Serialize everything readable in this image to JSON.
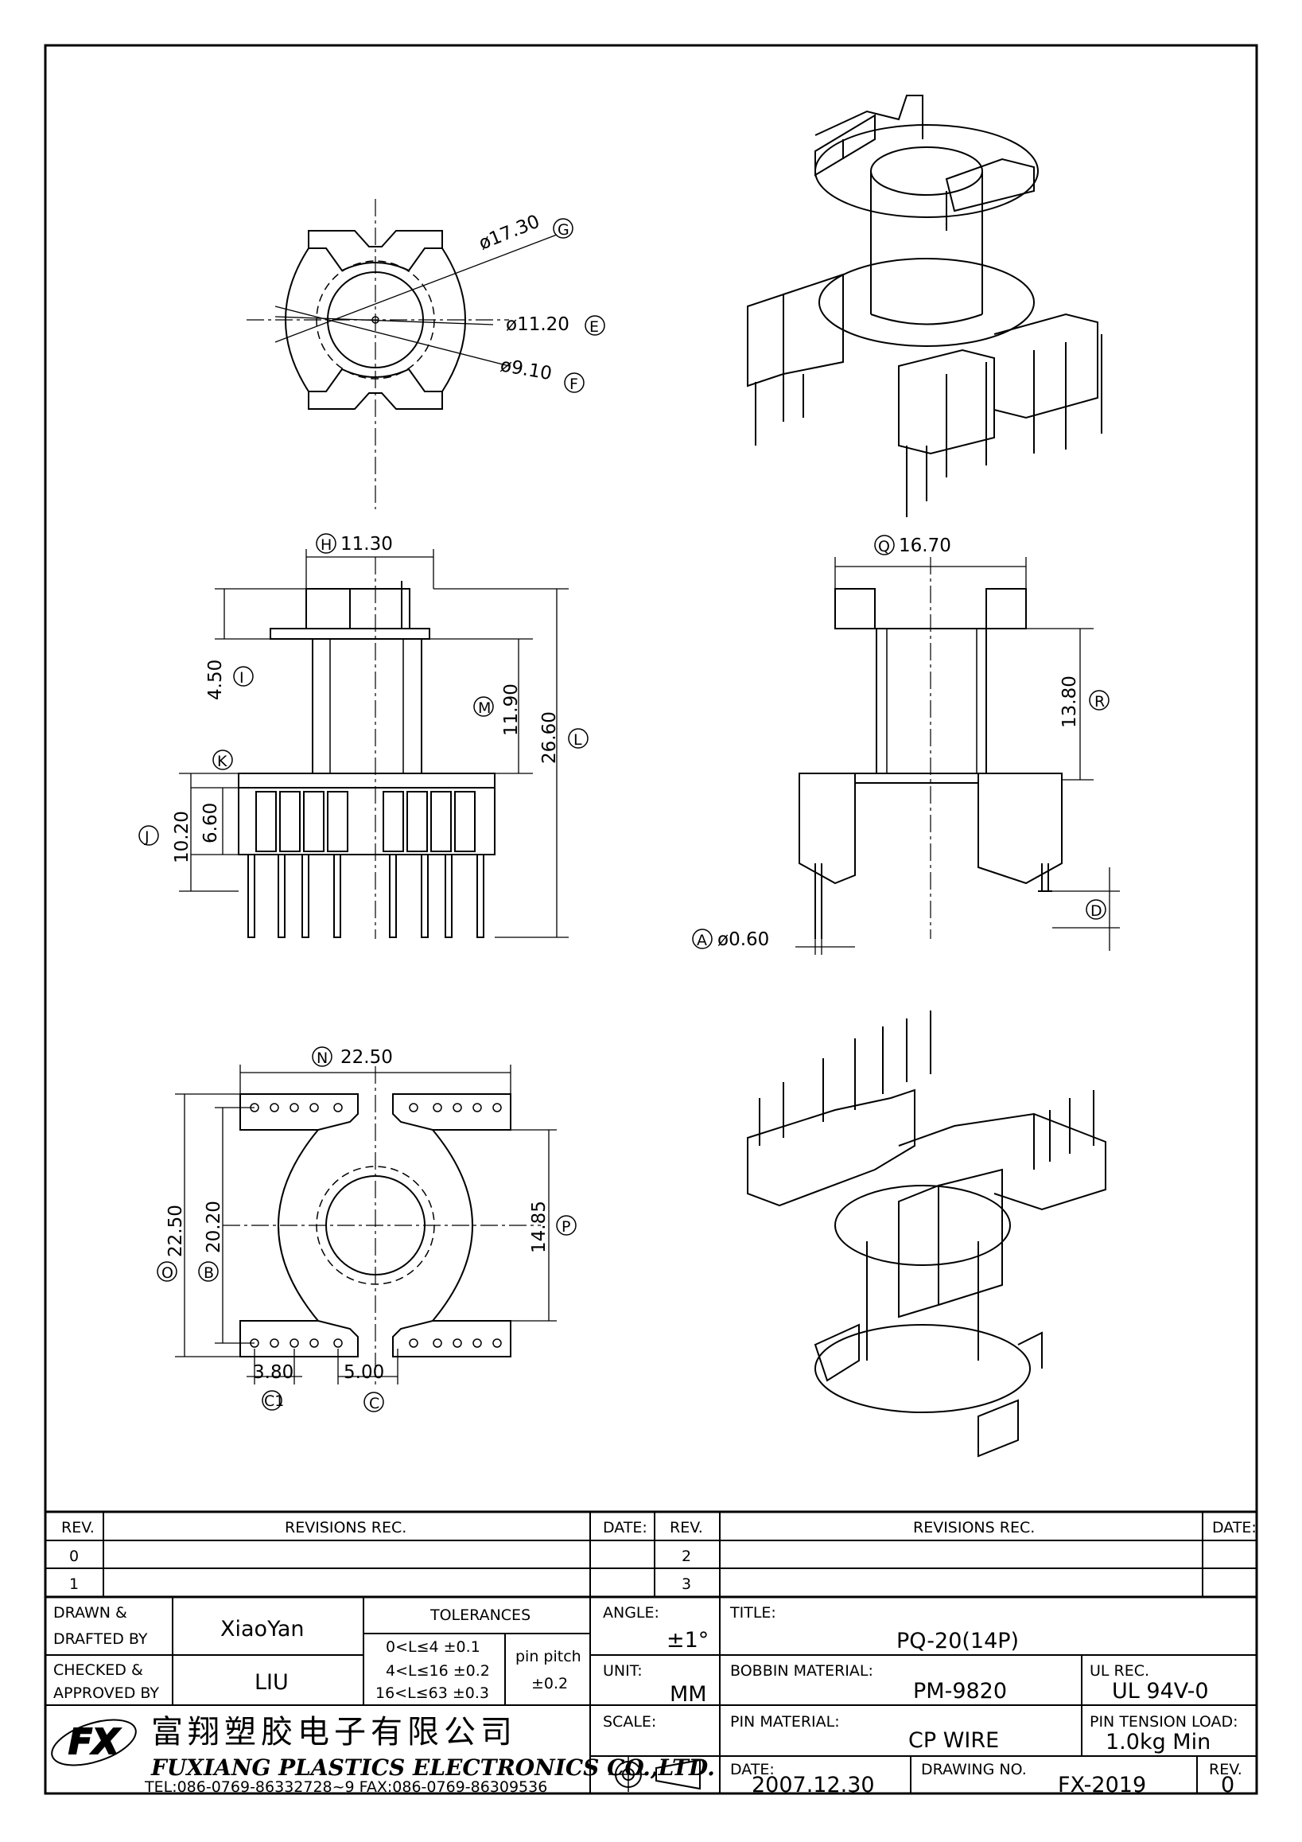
{
  "dimensions": {
    "d_g": "ø17.30",
    "g": "G",
    "d_e": "ø11.20",
    "e": "E",
    "d_f": "ø9.10",
    "f": "F",
    "d_h": "11.30",
    "h": "H",
    "d_i": "4.50",
    "i": "I",
    "d_m": "11.90",
    "m": "M",
    "d_l": "26.60",
    "l": "L",
    "k": "K",
    "d_6": "6.60",
    "d_j": "10.20",
    "j": "J",
    "d_q": "16.70",
    "q": "Q",
    "d_r": "13.80",
    "r": "R",
    "d_a": "ø0.60",
    "a": "A",
    "d": "D",
    "d_n": "22.50",
    "n": "N",
    "d_o": "22.50",
    "o": "O",
    "d_b": "20.20",
    "b": "B",
    "d_p": "14.85",
    "p": "P",
    "d_c1": "3.80",
    "c1": "C1",
    "d_c": "5.00",
    "c": "C"
  },
  "revisions": {
    "rev_header": "REV.",
    "rec_header": "REVISIONS   REC.",
    "date_header": "DATE:",
    "rows_left": [
      "0",
      "1"
    ],
    "rows_right": [
      "2",
      "3"
    ]
  },
  "title_block": {
    "drawn_label": "DRAWN &",
    "drafted_label": "DRAFTED BY",
    "drawn_value": "XiaoYan",
    "checked_label": "CHECKED &",
    "approved_label": "APPROVED BY",
    "checked_value": "LIU",
    "tolerances_label": "TOLERANCES",
    "tol_rows": [
      "0<L≤4   ±0.1",
      "4<L≤16  ±0.2",
      "16<L≤63  ±0.3"
    ],
    "pin_pitch_label": "pin pitch",
    "pin_pitch_value": "±0.2",
    "angle_label": "ANGLE:",
    "angle_value": "±1°",
    "unit_label": "UNIT:",
    "unit_value": "MM",
    "scale_label": "SCALE:",
    "title_label": "TITLE:",
    "title_value": "PQ-20(14P)",
    "bobbin_label": "BOBBIN MATERIAL:",
    "bobbin_value": "PM-9820",
    "ul_label": "UL REC.",
    "ul_value": "UL 94V-0",
    "pin_material_label": "PIN MATERIAL:",
    "pin_material_value": "CP WIRE",
    "tension_label": "PIN TENSION LOAD:",
    "tension_value": "1.0kg Min",
    "date_label": "DATE:",
    "date_value": "2007.12.30",
    "drawing_no_label": "DRAWING NO.",
    "drawing_no_value": "FX-2019",
    "rev_label": "REV.",
    "rev_value": "0",
    "company_cn": "富翔塑胶电子有限公司",
    "company_en": "FUXIANG PLASTICS ELECTRONICS CO.,LTD.",
    "contact": "TEL:086-0769-86332728~9  FAX:086-0769-86309536",
    "logo_text": "FX"
  }
}
